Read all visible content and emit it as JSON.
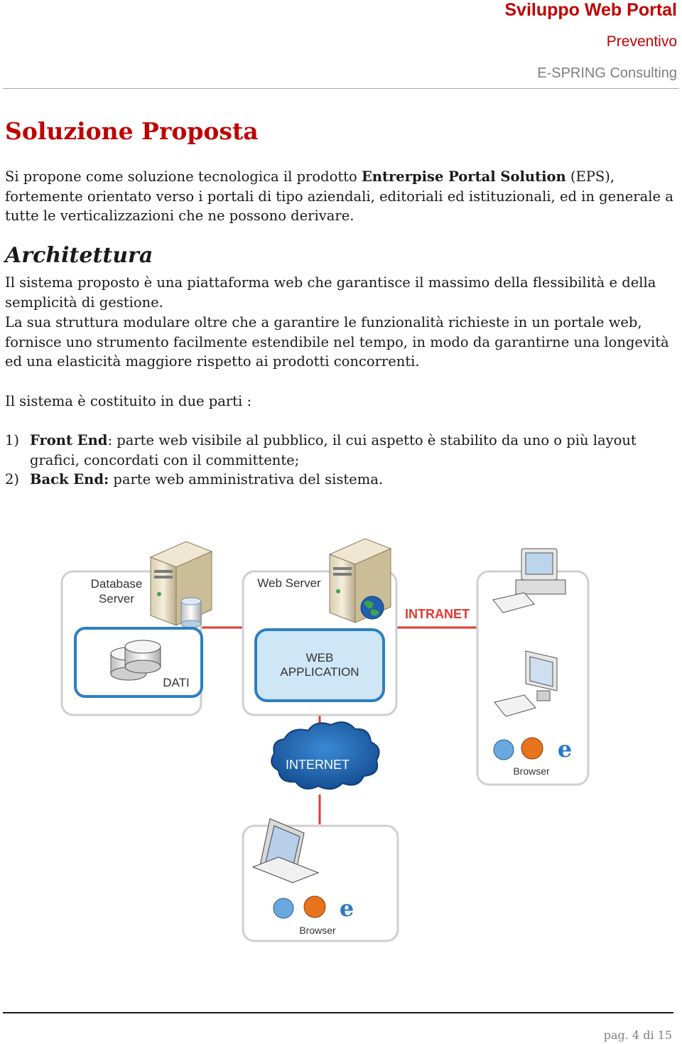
{
  "header": {
    "title": "Sviluppo Web Portal",
    "subtitle": "Preventivo",
    "company": "E-SPRING Consulting"
  },
  "section_title": "Soluzione Proposta",
  "intro": {
    "lead": "Si propone come soluzione tecnologica il prodotto ",
    "product": "Entrerpise Portal Solution",
    "rest": "  (EPS), fortemente orientato verso i portali di tipo aziendali, editoriali ed istituzionali, ed in generale a tutte le verticalizzazioni che ne possono derivare."
  },
  "subsection_title": "Architettura",
  "arch_para1": "Il sistema proposto è una piattaforma web che garantisce il massimo della flessibilità e della semplicità di gestione.",
  "arch_para2": "La sua struttura modulare oltre che a garantire le funzionalità richieste in un portale web, fornisce uno strumento facilmente estendibile nel tempo, in modo da garantirne una longevità ed una elasticità maggiore rispetto ai prodotti concorrenti.",
  "arch_para3": "Il sistema è costituito in due parti :",
  "parts": [
    {
      "num": "1)",
      "term": "Front End",
      "desc": ": parte web visibile al pubblico, il cui aspetto è stabilito da uno o più layout grafici, concordati con il committente;"
    },
    {
      "num": "2)",
      "term": "Back End:",
      "desc": " parte web amministrativa del sistema."
    }
  ],
  "diagram": {
    "db_server_line1": "Database",
    "db_server_line2": "Server",
    "dati": "DATI",
    "web_server": "Web Server",
    "web_app_line1": "WEB",
    "web_app_line2": "APPLICATION",
    "intranet": "INTRANET",
    "internet": "INTERNET",
    "browser_intranet": "Browser",
    "browser_internet": "Browser",
    "colors": {
      "accent_red": "#e03a2f",
      "box_blue": "#2d7fc1",
      "box_fill": "#cfe6f6",
      "cloud": "#1f6fbf"
    }
  },
  "footer": {
    "page": "pag. 4 di 15"
  }
}
